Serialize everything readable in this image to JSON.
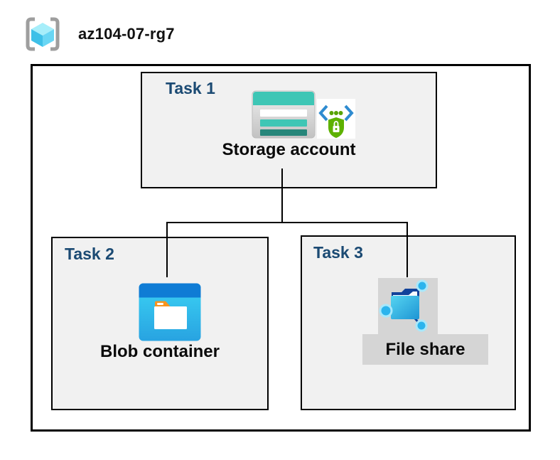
{
  "header": {
    "resource_group_name": "az104-07-rg7",
    "resource_group_icon": "resource-group-icon"
  },
  "tasks": [
    {
      "label": "Task 1",
      "item": "Storage account",
      "icons": [
        "storage-account-icon",
        "shared-access-signature-icon"
      ]
    },
    {
      "label": "Task 2",
      "item": "Blob container",
      "icons": [
        "blob-container-icon"
      ]
    },
    {
      "label": "Task 3",
      "item": "File share",
      "icons": [
        "file-share-icon"
      ]
    }
  ],
  "connections": [
    {
      "from": "Storage account",
      "to": "Blob container"
    },
    {
      "from": "Storage account",
      "to": "File share"
    }
  ],
  "colors": {
    "task-label": "#1B4A73",
    "box-bg": "#F1F1F1",
    "box-border": "#000000",
    "highlight-gray": "#D5D5D5",
    "connector-black": "#000000",
    "storage-teal": "#3EC6B5",
    "storage-teal-dark": "#26867A",
    "blob-band-blue": "#0F7CD5",
    "blob-cyan": "#3BD2F4",
    "folder-tab-orange": "#F7941E",
    "sas-bracket-blue": "#2E8BD0",
    "sas-green": "#5DB100",
    "fileshare-navy": "#11429A",
    "fileshare-cyan": "#2CB4ED",
    "rg-bracket-gray": "#9E9E9E",
    "rg-cube-cyan": "#69D6F4"
  }
}
